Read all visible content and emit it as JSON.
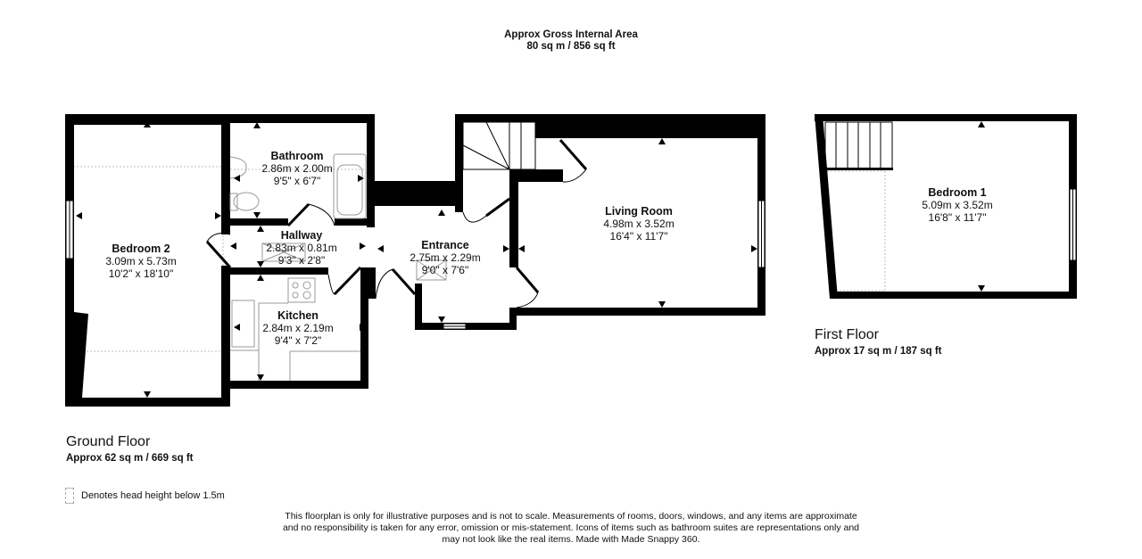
{
  "header": {
    "title": "Approx Gross Internal Area",
    "total_area": "80 sq m / 856 sq ft"
  },
  "floors": {
    "ground": {
      "title": "Ground Floor",
      "area": "Approx 62 sq m / 669 sq ft",
      "rooms": [
        {
          "name": "Bedroom 2",
          "metric": "3.09m x 5.73m",
          "imperial": "10'2\" x 18'10\""
        },
        {
          "name": "Bathroom",
          "metric": "2.86m x 2.00m",
          "imperial": "9'5\" x 6'7\""
        },
        {
          "name": "Hallway",
          "metric": "2.83m x 0.81m",
          "imperial": "9'3\" x 2'8\""
        },
        {
          "name": "Kitchen",
          "metric": "2.84m x 2.19m",
          "imperial": "9'4\" x 7'2\""
        },
        {
          "name": "Entrance",
          "metric": "2.75m x 2.29m",
          "imperial": "9'0\" x 7'6\""
        },
        {
          "name": "Living Room",
          "metric": "4.98m x 3.52m",
          "imperial": "16'4\" x 11'7\""
        }
      ]
    },
    "first": {
      "title": "First Floor",
      "area": "Approx 17 sq m / 187 sq ft",
      "rooms": [
        {
          "name": "Bedroom 1",
          "metric": "5.09m x 3.52m",
          "imperial": "16'8\" x 11'7\""
        }
      ]
    }
  },
  "legend": {
    "head_height": "Denotes head height below 1.5m"
  },
  "disclaimer": {
    "line1": "This floorplan is only for illustrative purposes and is not to scale. Measurements of rooms, doors, windows, and any items are approximate",
    "line2": "and no responsibility is taken for any error, omission or mis-statement. Icons of items such as bathroom suites are representations only and",
    "line3": "may not look like the real items. Made with Made Snappy 360."
  },
  "colors": {
    "wall": "#000000",
    "fixture": "#9a9a9a",
    "dashed": "#aaaaaa",
    "background": "#ffffff"
  }
}
